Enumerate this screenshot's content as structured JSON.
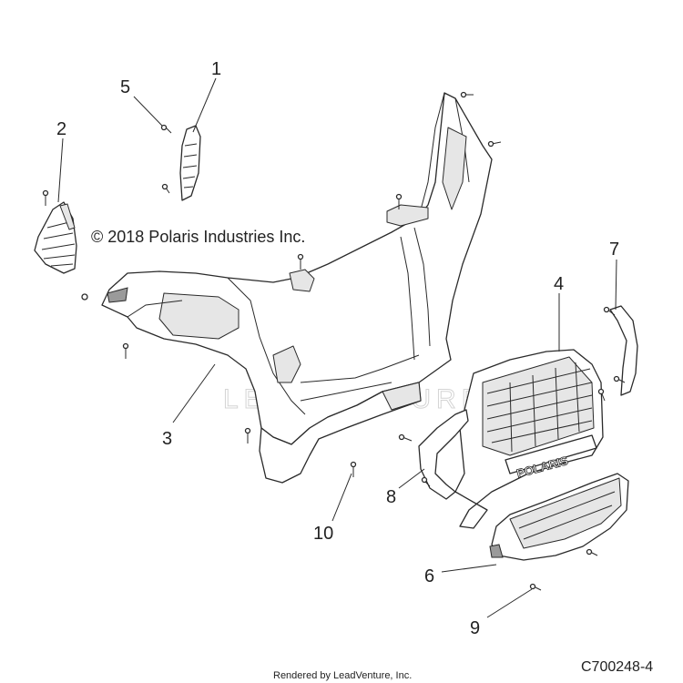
{
  "copyright": "© 2018 Polaris Industries Inc.",
  "watermark": "LEADVENTURE",
  "footer": "Rendered by LeadVenture, Inc.",
  "diagram_code": "C700248-4",
  "grille_logo": "POLARIS",
  "callouts": {
    "c1": "1",
    "c2": "2",
    "c3": "3",
    "c4": "4",
    "c5": "5",
    "c6": "6",
    "c7": "7",
    "c8": "8",
    "c9": "9",
    "c10": "10"
  }
}
